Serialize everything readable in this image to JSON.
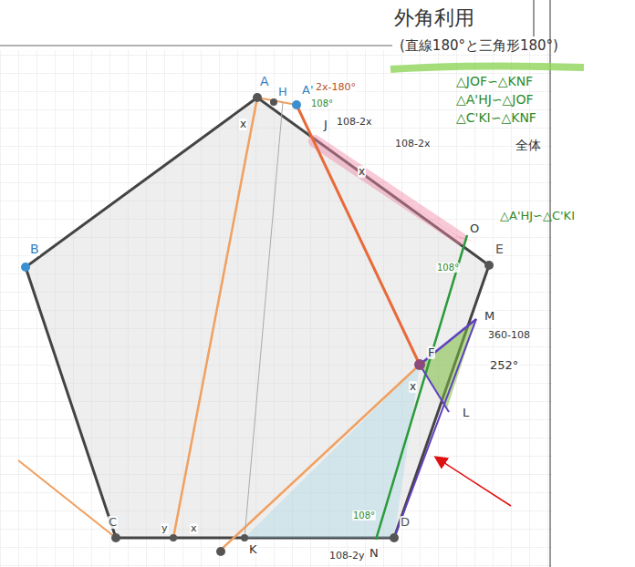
{
  "diagram": {
    "title": "外角利用",
    "labels": [
      "(直線180°と三角形180°)",
      "△JOF∽△KNF",
      "△A'HJ∽△JOF",
      "△C'KI∽△KNF",
      "全体",
      "△A'HJ∽△C'KI",
      "A",
      "H",
      "A'",
      "J",
      "B",
      "E",
      "C",
      "K",
      "N",
      "D",
      "M",
      "L",
      "O",
      "F",
      "2x-180°",
      "x",
      "108°",
      "108-2x",
      "108-2x",
      "x",
      "108°",
      "360-108",
      "252°",
      "x",
      "108°",
      "108-2y",
      "y",
      "x"
    ]
  }
}
